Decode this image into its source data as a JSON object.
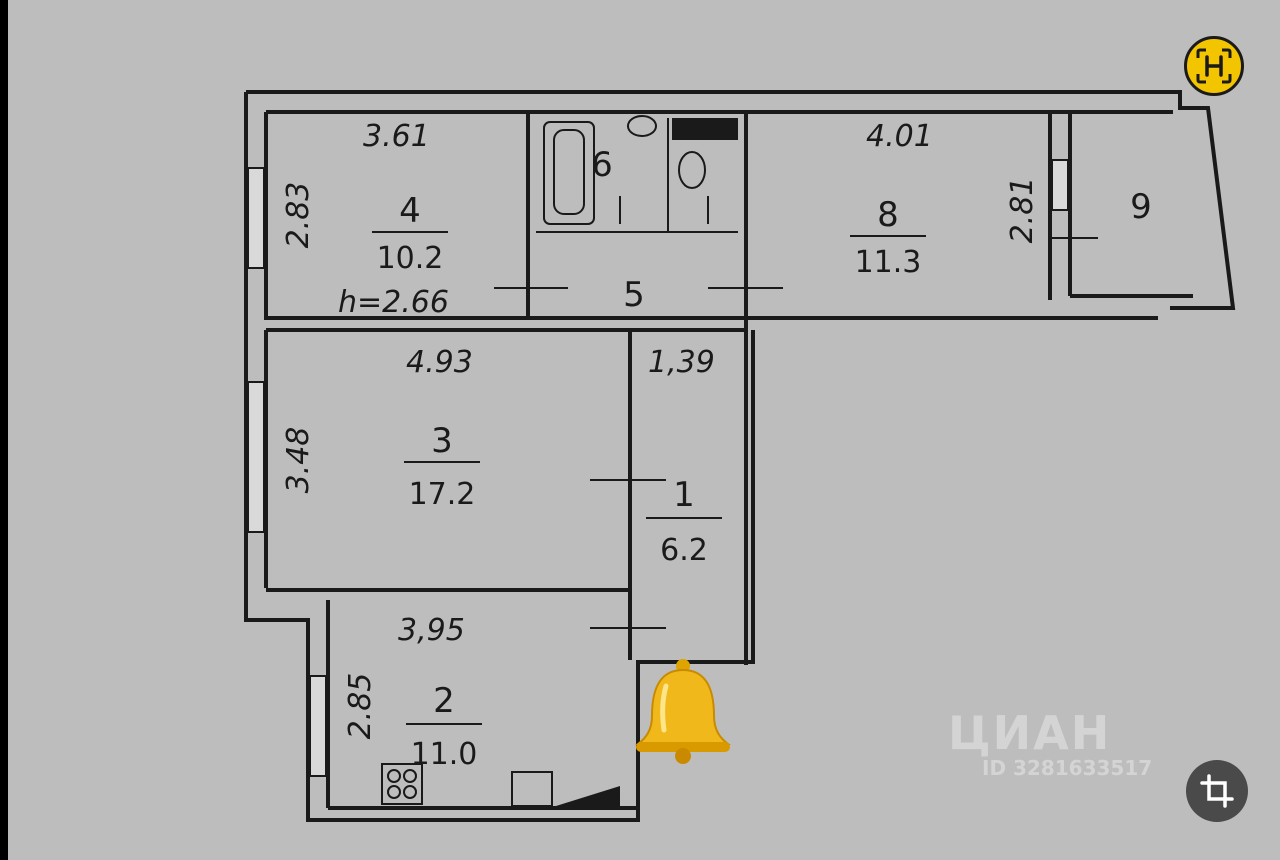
{
  "plan": {
    "rooms": [
      {
        "number": "4",
        "area": "10.2",
        "width": "3.61",
        "depth": "2.83",
        "height_note": "h=2.66"
      },
      {
        "number": "6"
      },
      {
        "number": "5"
      },
      {
        "number": "8",
        "area": "11.3",
        "width": "4.01",
        "depth": "2.81"
      },
      {
        "number": "9"
      },
      {
        "number": "3",
        "area": "17.2",
        "width": "4.93",
        "depth": "3.48"
      },
      {
        "number": "1",
        "area": "6.2",
        "width": "1,39"
      },
      {
        "number": "2",
        "area": "11.0",
        "width": "3,95",
        "depth": "2.85"
      }
    ]
  },
  "watermark": {
    "brand": "ЦИАН",
    "id": "ID 3281633517"
  },
  "icons": {
    "scan": "scan-icon",
    "crop": "crop-icon",
    "bell": "bell-icon"
  },
  "colors": {
    "paper": "#bdbdbd",
    "ink": "#1a1a1a",
    "accent": "#f3c400"
  }
}
